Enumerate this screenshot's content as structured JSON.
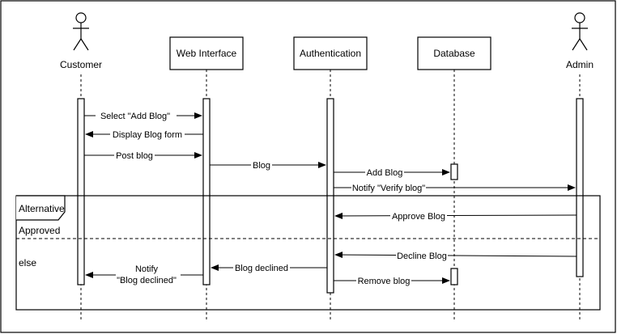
{
  "participants": {
    "customer": "Customer",
    "web": "Web Interface",
    "auth": "Authentication",
    "db": "Database",
    "admin": "Admin"
  },
  "messages": {
    "m1": "Select \"Add Blog\"",
    "m2": "Display Blog form",
    "m3": "Post blog",
    "m4": "Blog",
    "m5": "Add Blog",
    "m6": "Notify \"Verify blog\"",
    "m7": "Approve Blog",
    "m8": "Decline Blog",
    "m9": "Blog declined",
    "m10_line1": "Notify",
    "m10_line2": "\"Blog declined\"",
    "m11": "Remove blog"
  },
  "fragment": {
    "label": "Alternative",
    "guard1": "Approved",
    "guard2": "else"
  }
}
